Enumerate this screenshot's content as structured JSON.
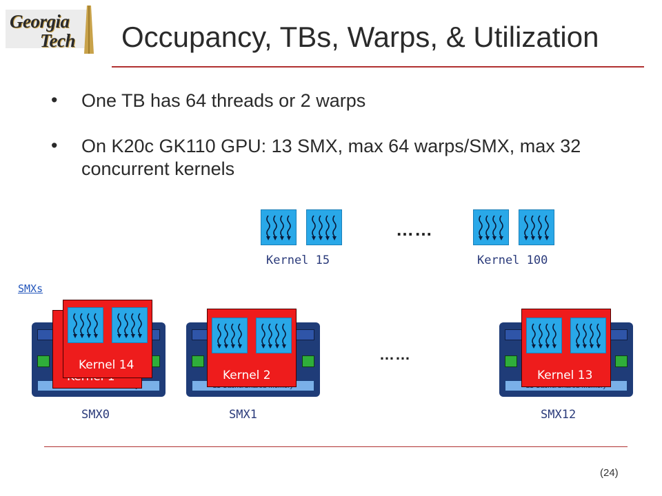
{
  "logo": {
    "line1": "Georgia",
    "line2": "Tech"
  },
  "title": "Occupancy, TBs, Warps, & Utilization",
  "bullets": [
    {
      "dot": "•",
      "text": "One TB has 64 threads or 2 warps"
    },
    {
      "dot": "•",
      "text": "On K20c GK110 GPU: 13 SMX, max 64 warps/SMX, max 32 concurrent kernels"
    }
  ],
  "queue": {
    "kernel_a": "Kernel 15",
    "kernel_b": "Kernel 100",
    "ellipsis": "……"
  },
  "smxs_link": "SMXs",
  "cache_label": "L1 Cache/Shared Memory",
  "hidden_kernel_label": "Kernel 1",
  "kernels": {
    "smx0_front": "Kernel 14",
    "smx1": "Kernel 2",
    "smx12": "Kernel 13"
  },
  "smx_labels": {
    "smx0": "SMX0",
    "smx1": "SMX1",
    "smx12": "SMX12"
  },
  "mid_ellipsis": "……",
  "page_number": "(24)",
  "colors": {
    "kernel_red": "#ee1c1c",
    "warp_blue": "#29a8e8",
    "smx_navy": "#1f3c78",
    "rule_red": "#b03030"
  }
}
